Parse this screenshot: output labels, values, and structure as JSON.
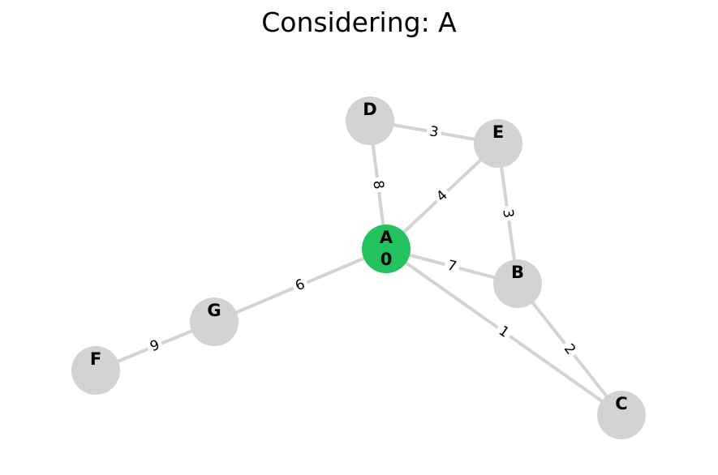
{
  "title": "Considering: A",
  "colors": {
    "edge": "#d3d3d3",
    "node_default": "#d3d3d3",
    "node_current": "#22c35e"
  },
  "nodes": [
    {
      "id": "A",
      "label": "A",
      "distance": "0",
      "state": "current"
    },
    {
      "id": "B",
      "label": "B",
      "distance": "",
      "state": "default"
    },
    {
      "id": "C",
      "label": "C",
      "distance": "",
      "state": "default"
    },
    {
      "id": "D",
      "label": "D",
      "distance": "",
      "state": "default"
    },
    {
      "id": "E",
      "label": "E",
      "distance": "",
      "state": "default"
    },
    {
      "id": "F",
      "label": "F",
      "distance": "",
      "state": "default"
    },
    {
      "id": "G",
      "label": "G",
      "distance": "",
      "state": "default"
    }
  ],
  "edges": [
    {
      "from": "D",
      "to": "E",
      "weight": "3"
    },
    {
      "from": "D",
      "to": "A",
      "weight": "8"
    },
    {
      "from": "E",
      "to": "A",
      "weight": "4"
    },
    {
      "from": "E",
      "to": "B",
      "weight": "3"
    },
    {
      "from": "A",
      "to": "B",
      "weight": "7"
    },
    {
      "from": "A",
      "to": "C",
      "weight": "1"
    },
    {
      "from": "B",
      "to": "C",
      "weight": "2"
    },
    {
      "from": "A",
      "to": "G",
      "weight": "6"
    },
    {
      "from": "G",
      "to": "F",
      "weight": "9"
    }
  ]
}
